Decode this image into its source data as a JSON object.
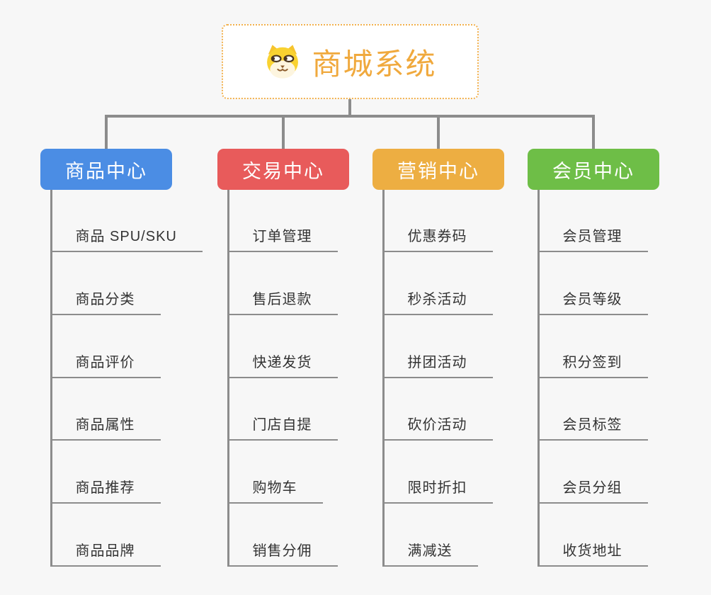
{
  "root": {
    "label": "商城系统",
    "icon": "dog-face-icon",
    "text_color": "#f0a93d",
    "border_color": "#f2b14e"
  },
  "connector_color": "#8c8c8c",
  "branches": [
    {
      "label": "商品中心",
      "color": "#4b8de4",
      "children": [
        "商品 SPU/SKU",
        "商品分类",
        "商品评价",
        "商品属性",
        "商品推荐",
        "商品品牌"
      ]
    },
    {
      "label": "交易中心",
      "color": "#e85b5b",
      "children": [
        "订单管理",
        "售后退款",
        "快递发货",
        "门店自提",
        "购物车",
        "销售分佣"
      ]
    },
    {
      "label": "营销中心",
      "color": "#edae42",
      "children": [
        "优惠券码",
        "秒杀活动",
        "拼团活动",
        "砍价活动",
        "限时折扣",
        "满减送"
      ]
    },
    {
      "label": "会员中心",
      "color": "#6ebe47",
      "children": [
        "会员管理",
        "会员等级",
        "积分签到",
        "会员标签",
        "会员分组",
        "收货地址"
      ]
    }
  ]
}
